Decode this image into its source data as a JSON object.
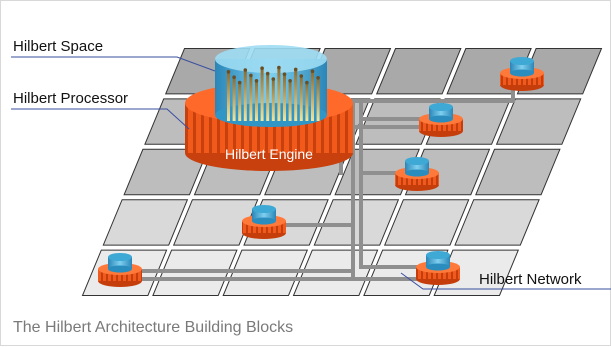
{
  "labels": {
    "hilbert_space": "Hilbert Space",
    "hilbert_processor": "Hilbert Processor",
    "hilbert_engine": "Hilbert Engine",
    "hilbert_network": "Hilbert Network"
  },
  "caption": "The Hilbert Architecture Building Blocks",
  "grid": {
    "rows": 5,
    "columns": 6
  },
  "colors": {
    "tile_dark": "#a9a9a9",
    "tile_mid": "#bdbdbd",
    "tile_light": "#d9d9d9",
    "tile_lightest": "#ebebeb",
    "tile_stroke": "#333333",
    "node_base": "#f05a1e",
    "node_stripe": "#c63d0c",
    "node_cap": "#3fa9d6",
    "network_line": "#8f8f8f",
    "callout_line": "#3a4fa0"
  }
}
